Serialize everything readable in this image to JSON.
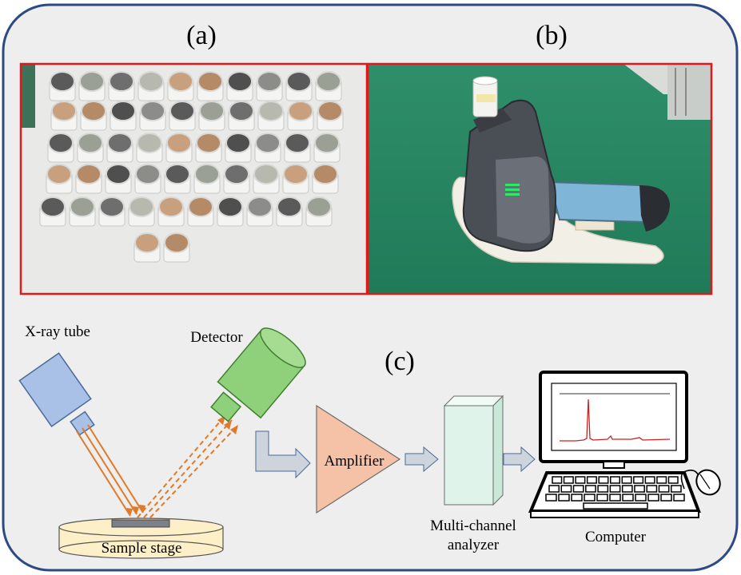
{
  "panels": {
    "a": "(a)",
    "b": "(b)",
    "c": "(c)"
  },
  "labels": {
    "xray_tube": "X-ray tube",
    "detector": "Detector",
    "amplifier": "Amplifier",
    "mca_line1": "Multi-channel",
    "mca_line2": "analyzer",
    "computer": "Computer",
    "sample_stage": "Sample stage"
  },
  "colors": {
    "frame_border": "#2e4a82",
    "frame_fill": "#eeeeee",
    "photo_border": "#e01a1a",
    "tube_fill": "#a9c1e6",
    "detector_fill": "#8fd07a",
    "amplifier_fill": "#f5c2a8",
    "mca_fill": "#dff3ea",
    "beam_color": "#e07a2a",
    "arrow_fill": "#cdd4dc",
    "stage_fill": "#fdf0c8",
    "spectrum_color": "#cc2222"
  },
  "icons": {
    "tube": "xray-tube-icon",
    "detector": "detector-icon",
    "computer": "computer-monitor-icon",
    "mouse": "mouse-icon"
  }
}
